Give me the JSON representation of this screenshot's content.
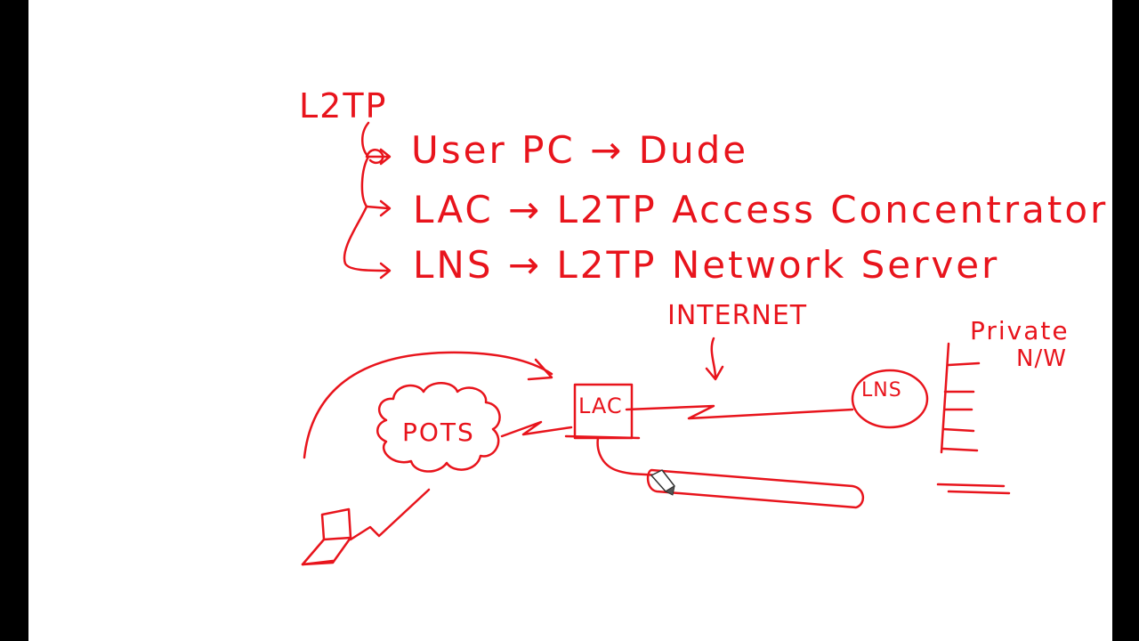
{
  "whiteboard": {
    "title": "L2TP",
    "definitions": [
      {
        "term": "User PC",
        "arrow": "→",
        "meaning": "Dude"
      },
      {
        "term": "LAC",
        "arrow": "→",
        "meaning": "L2TP Access Concentrator"
      },
      {
        "term": "LNS",
        "arrow": "→",
        "meaning": "L2TP Network Server"
      }
    ],
    "diagram": {
      "internet_label": "INTERNET",
      "private_label": "Private",
      "private_sub_label": "N/W",
      "pots_label": "POTS",
      "lac_label": "LAC",
      "lns_label": "LNS"
    },
    "colors": {
      "ink": "#e8141c",
      "board": "#ffffff",
      "frame": "#000000"
    },
    "icons": [
      "laptop-icon",
      "pen-cursor-icon"
    ]
  }
}
